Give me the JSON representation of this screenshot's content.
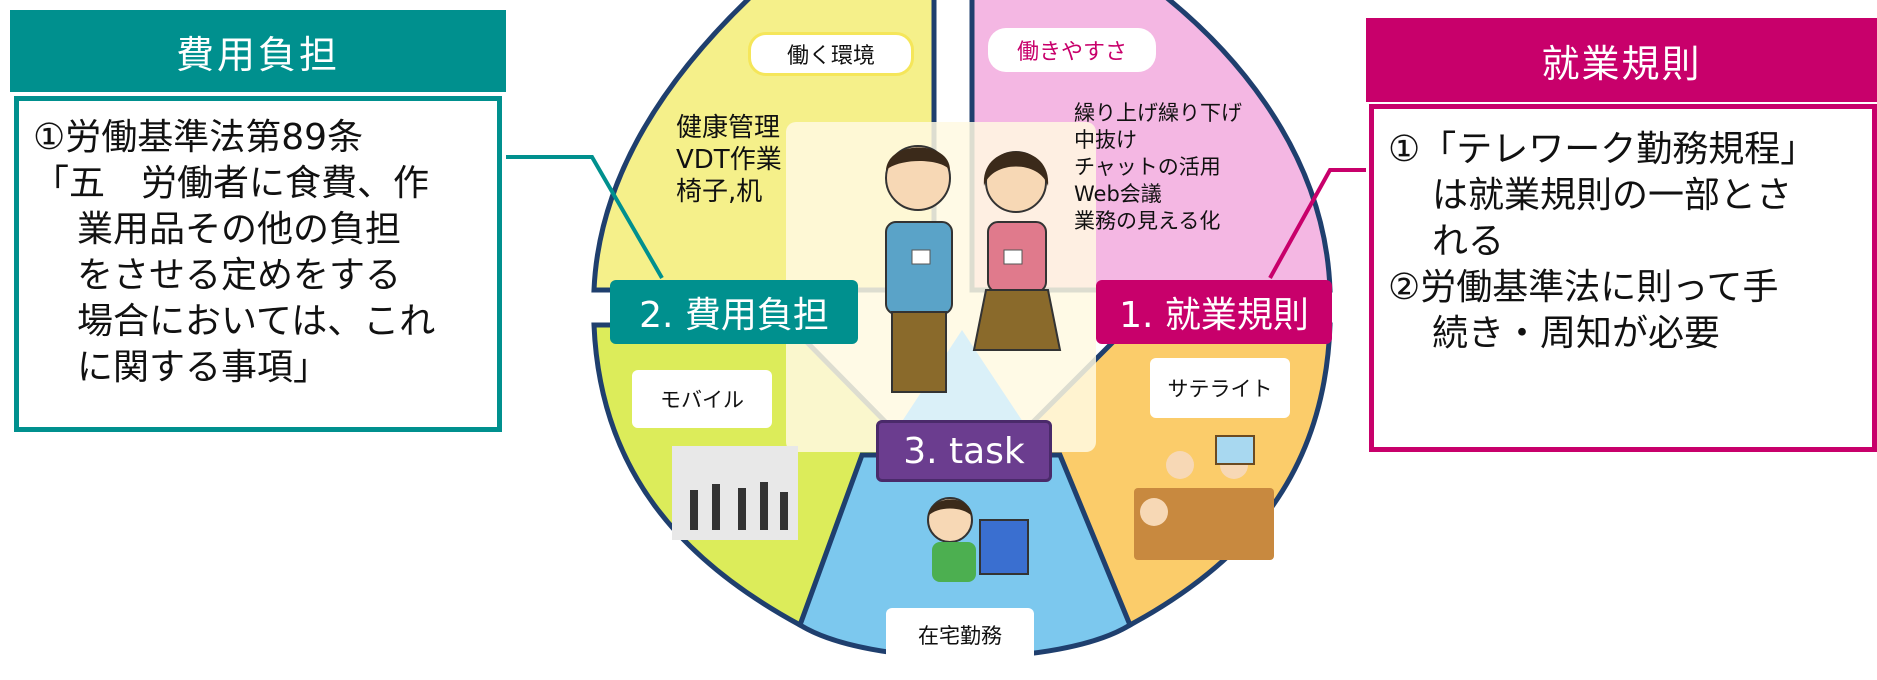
{
  "left_panel": {
    "title": "費用負担",
    "lines": [
      "①労働基準法第89条",
      "「五　労働者に食費、作",
      "業用品その他の負担",
      "をさせる定めをする",
      "場合においては、これ",
      "に関する事項」"
    ]
  },
  "right_panel": {
    "title": "就業規則",
    "lines": [
      "①「テレワーク勤務規程」",
      "は就業規則の一部とさ",
      "れる",
      "②労働基準法に則って手",
      "続き・周知が必要"
    ]
  },
  "wheel": {
    "top_left_label": "働く環境",
    "top_left_items": [
      "健康管理",
      "VDT作業",
      "椅子,机"
    ],
    "top_right_label": "働きやすさ",
    "top_right_items": [
      "繰り上げ繰り下げ",
      "中抜け",
      "チャットの活用",
      "Web会議",
      "業務の見える化"
    ],
    "tag_cost": "2. 費用負担",
    "tag_rules": "1. 就業規則",
    "tag_task": "3. task",
    "mobile_label": "モバイル",
    "satellite_label": "サテライト",
    "home_label": "在宅勤務"
  },
  "colors": {
    "teal": "#00908e",
    "magenta": "#c8006b",
    "purple": "#6b3d8f",
    "yellow_segment": "#f5f08a",
    "lime_segment": "#dcec5a",
    "pink_segment": "#f4b7e3",
    "orange_segment": "#fbcc6a",
    "blue_segment": "#7cc8ee",
    "outline": "#1f3f6e"
  }
}
